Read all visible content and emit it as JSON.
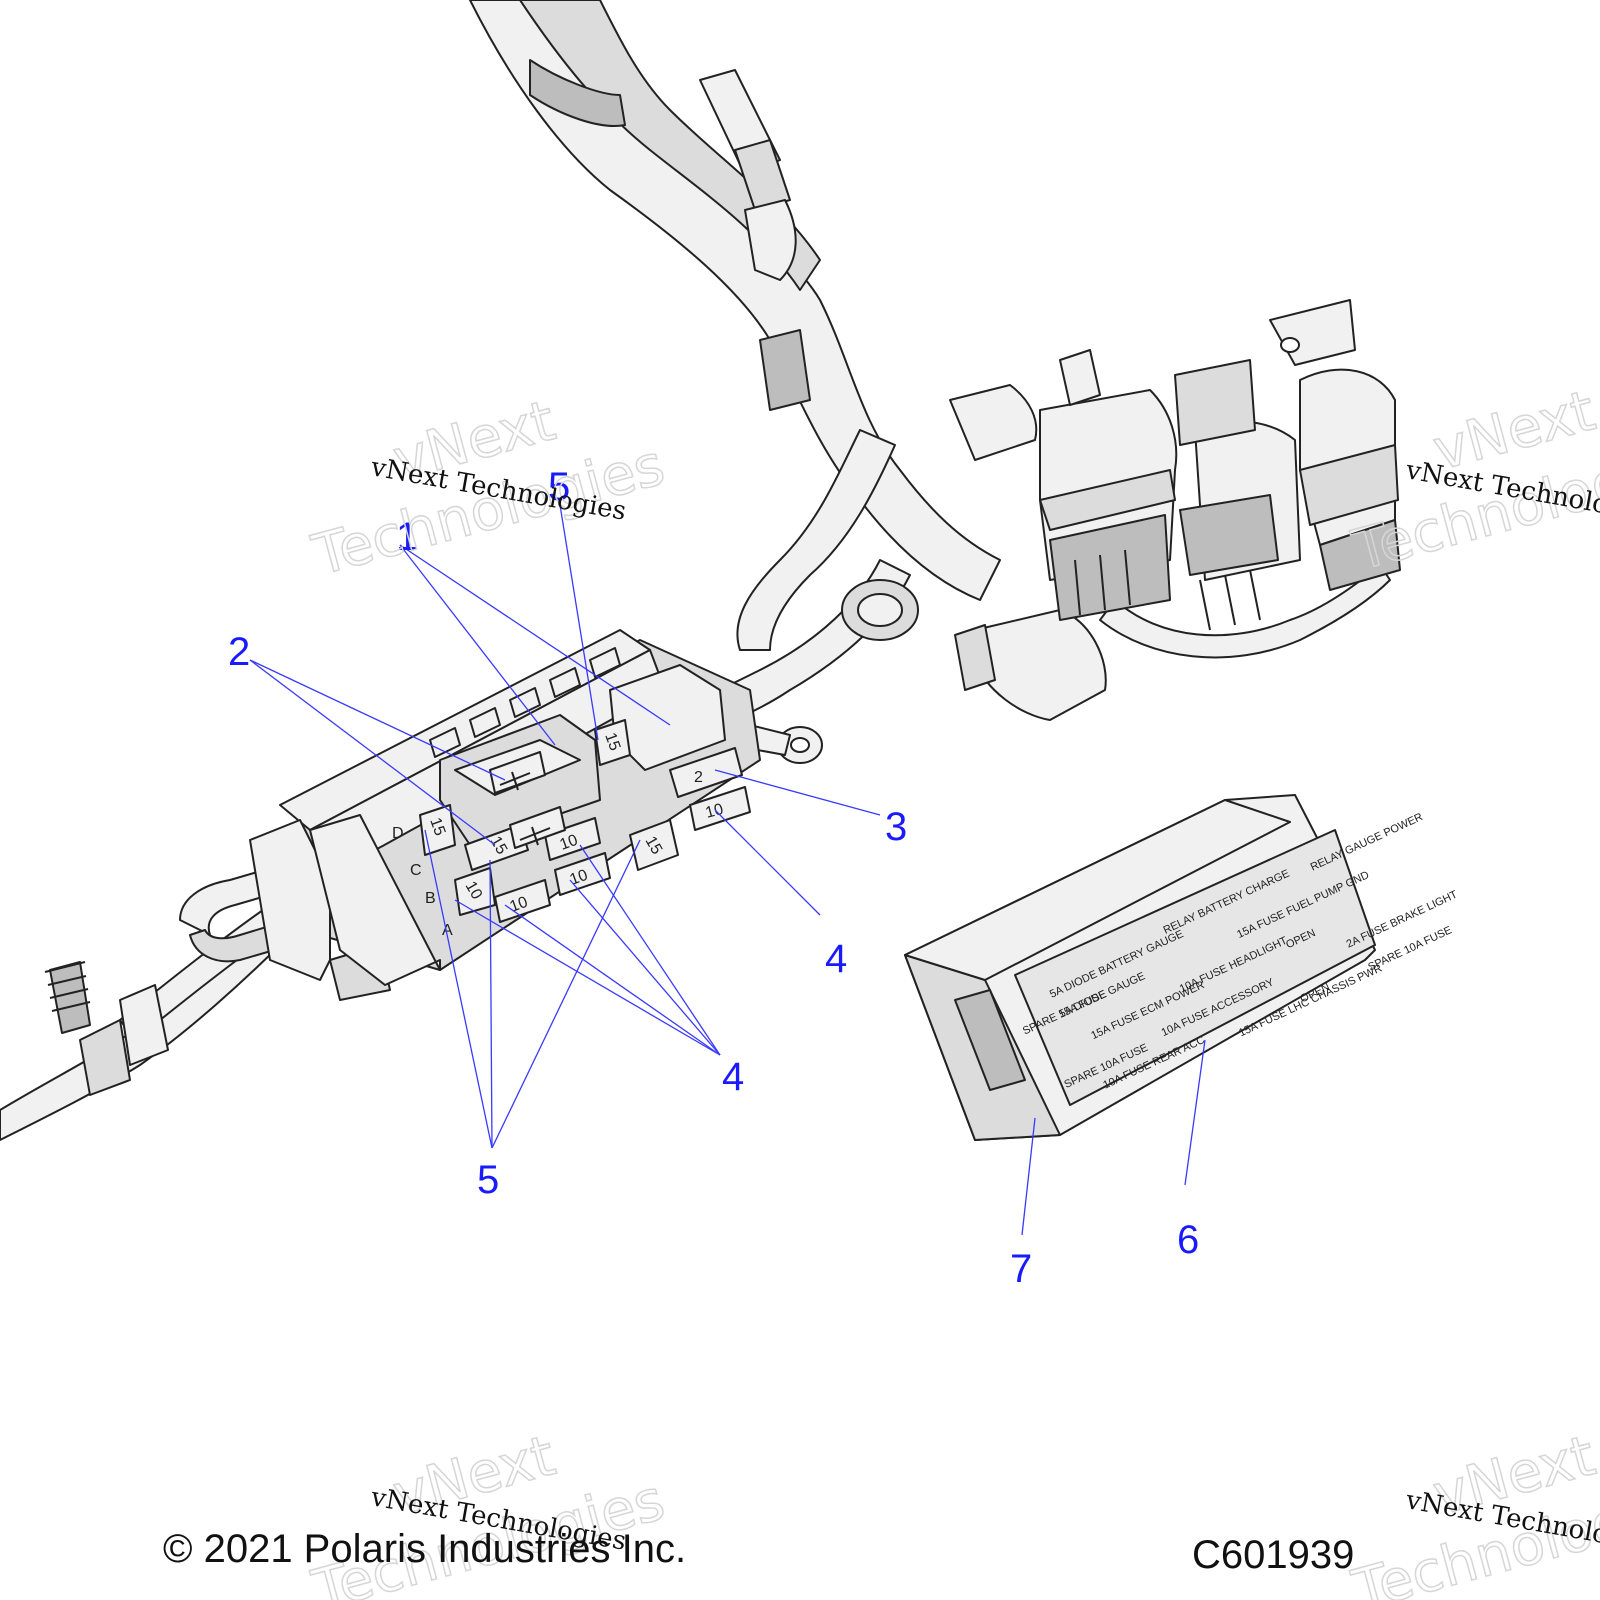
{
  "callouts": {
    "c1": "1",
    "c2": "2",
    "c3": "3",
    "c4a": "4",
    "c4b": "4",
    "c5a": "5",
    "c5b": "5",
    "c6": "6",
    "c7": "7"
  },
  "fuse_block": {
    "row_letters": [
      "D",
      "C",
      "B",
      "A"
    ],
    "fuse_values": [
      "15",
      "15",
      "10",
      "10",
      "10",
      "10",
      "15",
      "2",
      "10",
      "15"
    ]
  },
  "fuse_cover_label": {
    "relay_gauge_power": "RELAY GAUGE POWER",
    "relay_battery_charge": "RELAY BATTERY CHARGE",
    "open_1": "OPEN",
    "open_2": "OPEN",
    "fuel_pump_gnd": "15A FUSE FUEL PUMP GND",
    "brake_light": "2A FUSE BRAKE LIGHT",
    "spare_10a": "SPARE 10A FUSE",
    "battery_gauge_diode": "5A DIODE BATTERY GAUGE",
    "gauge_diode": "5A DIODE GAUGE",
    "spare_15a": "SPARE 15A FUSE",
    "headlight": "10A FUSE HEADLIGHT",
    "lhc_chassis_pwr": "15A FUSE LHC CHASSIS PWR",
    "ecm_power": "15A FUSE ECM POWER",
    "accessory": "10A FUSE ACCESSORY",
    "spare_10a_b": "SPARE 10A FUSE",
    "rear_acc": "10A FUSE REAR ACC"
  },
  "watermark": {
    "line": "vNext Technologies",
    "ghost_1": "vNext",
    "ghost_2": "Technologies"
  },
  "footer": {
    "copyright": "© 2021 Polaris Industries Inc.",
    "code": "C601939"
  }
}
